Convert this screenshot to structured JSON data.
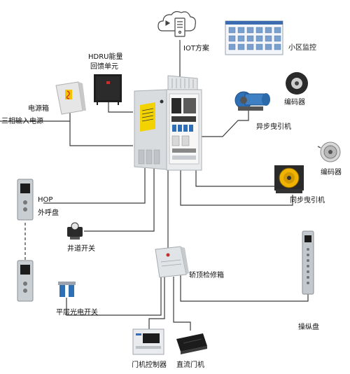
{
  "labels": {
    "iot": "IOT方案",
    "community": "小区监控",
    "hdru_line1": "HDRU能量",
    "hdru_line2": "回馈单元",
    "power_box": "电源箱",
    "three_phase": "三相输入电源",
    "encoder_top": "编码器",
    "async_machine": "异步曳引机",
    "encoder_mid": "编码器",
    "sync_machine": "同步曳引机",
    "hop": "HOP",
    "hall_call": "外呼盘",
    "shaft_switch": "井道开关",
    "car_top_box": "轿顶检修箱",
    "level_switch": "平层光电开关",
    "operating_panel": "操纵盘",
    "door_controller": "门机控制器",
    "dc_door_motor": "直流门机"
  },
  "colors": {
    "line": "#3a3a3a",
    "cabinet": "#d7dbde",
    "cabinet_edge": "#a9afb4",
    "warning": "#f2d300",
    "dark": "#1d1d1d",
    "blue": "#2f6fb6"
  }
}
